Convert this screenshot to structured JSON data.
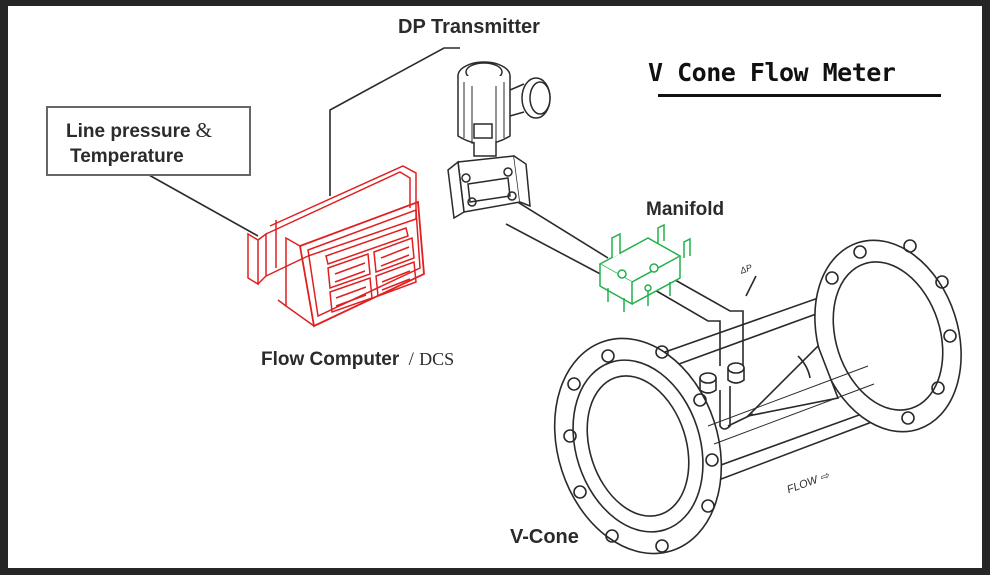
{
  "diagram": {
    "title": "V Cone Flow Meter",
    "labels": {
      "dp_transmitter": "DP Transmitter",
      "line_pressure": "Line pressure",
      "ampersand": "&",
      "temperature": "Temperature",
      "manifold": "Manifold",
      "flow_computer": "Flow Computer",
      "separator": "/",
      "dcs": "DCS",
      "v_cone": "V-Cone",
      "delta_p": "ΔP",
      "flow_arrow": "FLOW ⇨"
    },
    "colors": {
      "flow_computer": "#e02020",
      "manifold": "#22b24c",
      "drawing": "#2a2a2a",
      "frame": "#262626"
    }
  }
}
